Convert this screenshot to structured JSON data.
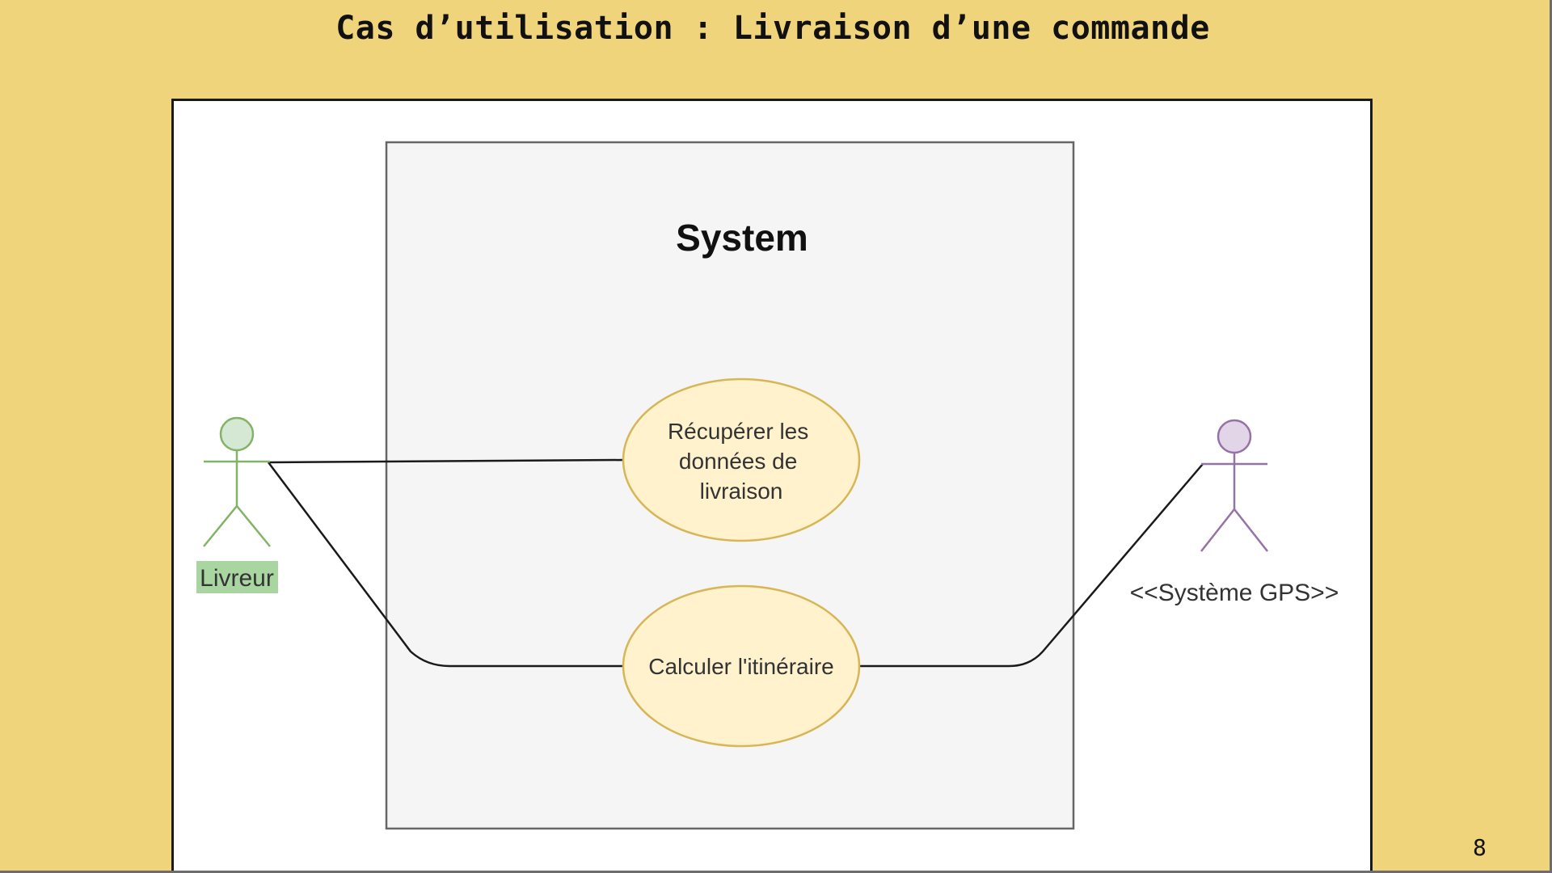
{
  "slide": {
    "title": "Cas d’utilisation : Livraison d’une commande",
    "page_number": "8"
  },
  "diagram": {
    "type": "use-case",
    "system_label": "System",
    "actors": [
      {
        "id": "livreur",
        "label": "Livreur",
        "color": "#a8d5a0"
      },
      {
        "id": "gps",
        "label": "<<Système GPS>>",
        "color": "#d6c6e8"
      }
    ],
    "use_cases": [
      {
        "id": "uc1",
        "lines": [
          "Récupérer les",
          "données de",
          "livraison"
        ]
      },
      {
        "id": "uc2",
        "lines": [
          "Calculer l'itinéraire"
        ]
      }
    ],
    "associations": [
      {
        "from": "livreur",
        "to": "uc1"
      },
      {
        "from": "livreur",
        "to": "uc2"
      },
      {
        "from": "gps",
        "to": "uc2"
      }
    ],
    "colors": {
      "background": "#f0d47c",
      "system_fill": "#f5f5f5",
      "use_case_fill": "#fff2cc",
      "use_case_stroke": "#d6b656",
      "livreur_stroke": "#82b366",
      "livreur_label_bg": "#a8d5a0",
      "gps_stroke": "#9673a6",
      "gps_fill": "#e1d5e7"
    }
  }
}
